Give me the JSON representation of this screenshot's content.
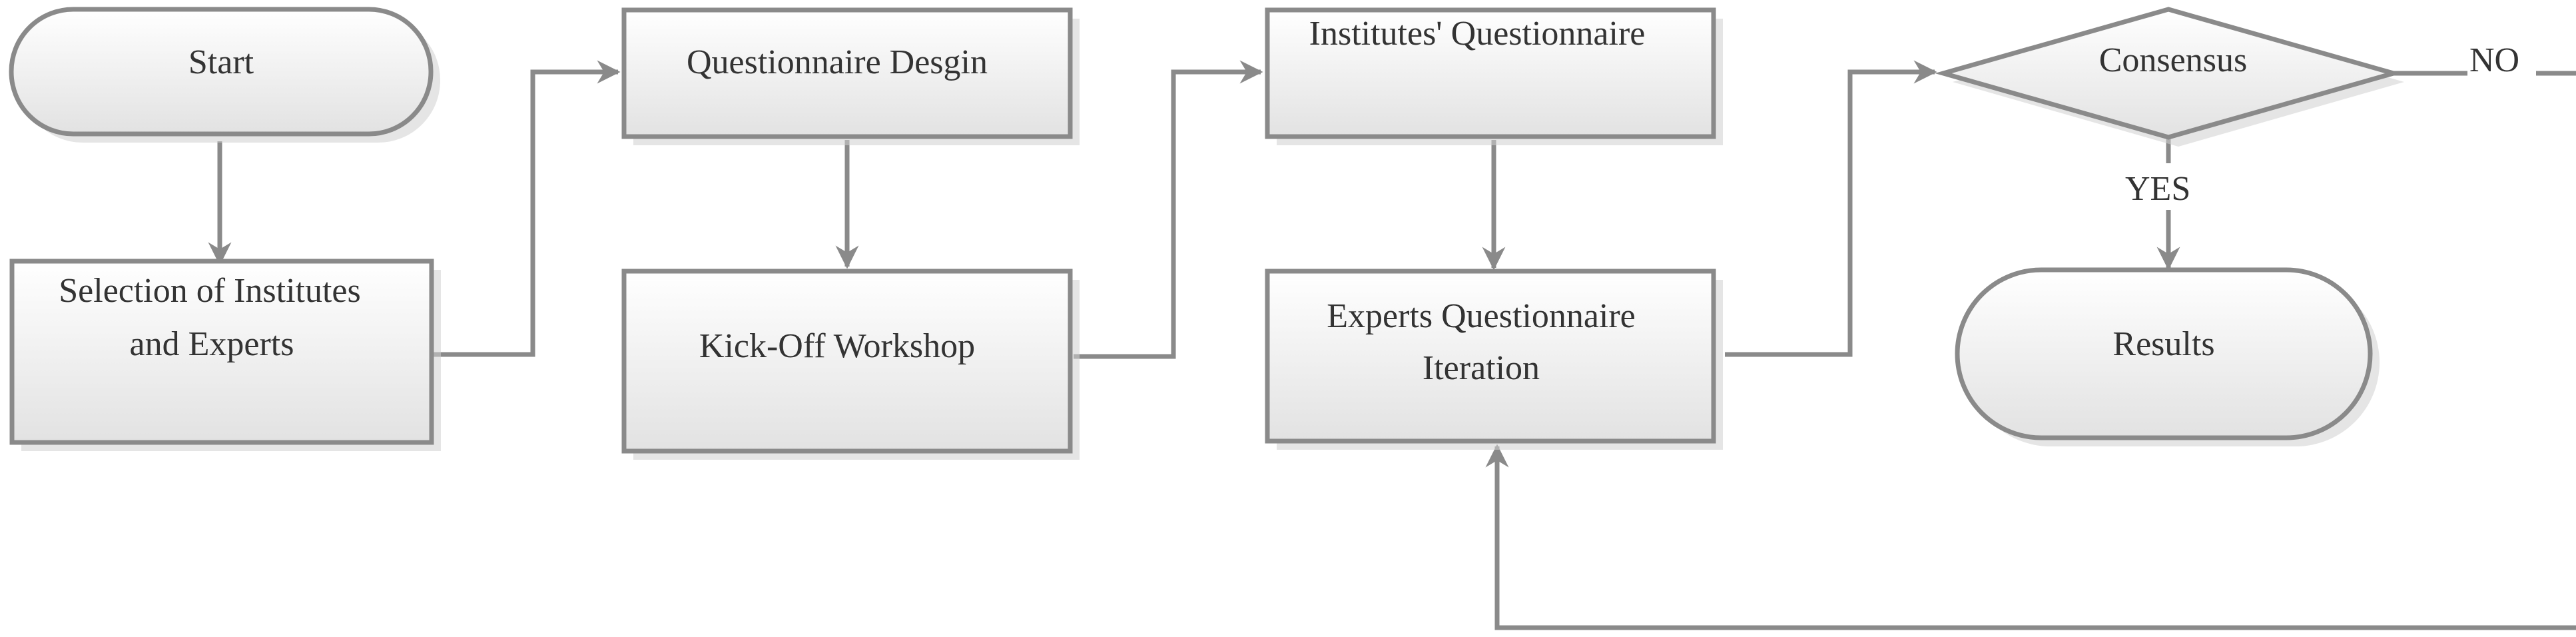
{
  "nodes": {
    "start": {
      "label": "Start"
    },
    "selection": {
      "lines": [
        "Selection of Institutes",
        "and Experts"
      ]
    },
    "design": {
      "label": "Questionnaire Desgin"
    },
    "kickoff": {
      "label": "Kick-Off Workshop"
    },
    "institutes": {
      "label": "Institutes' Questionnaire"
    },
    "experts": {
      "lines": [
        "Experts Questionnaire",
        "Iteration"
      ]
    },
    "consensus": {
      "label": "Consensus"
    },
    "results": {
      "label": "Results"
    }
  },
  "edges": {
    "yes_label": "YES",
    "no_label": "NO"
  },
  "style": {
    "stroke_color": "#8a8a8a",
    "fill_top": "#ffffff",
    "fill_bottom": "#e4e4e4",
    "text_color": "#333333"
  }
}
